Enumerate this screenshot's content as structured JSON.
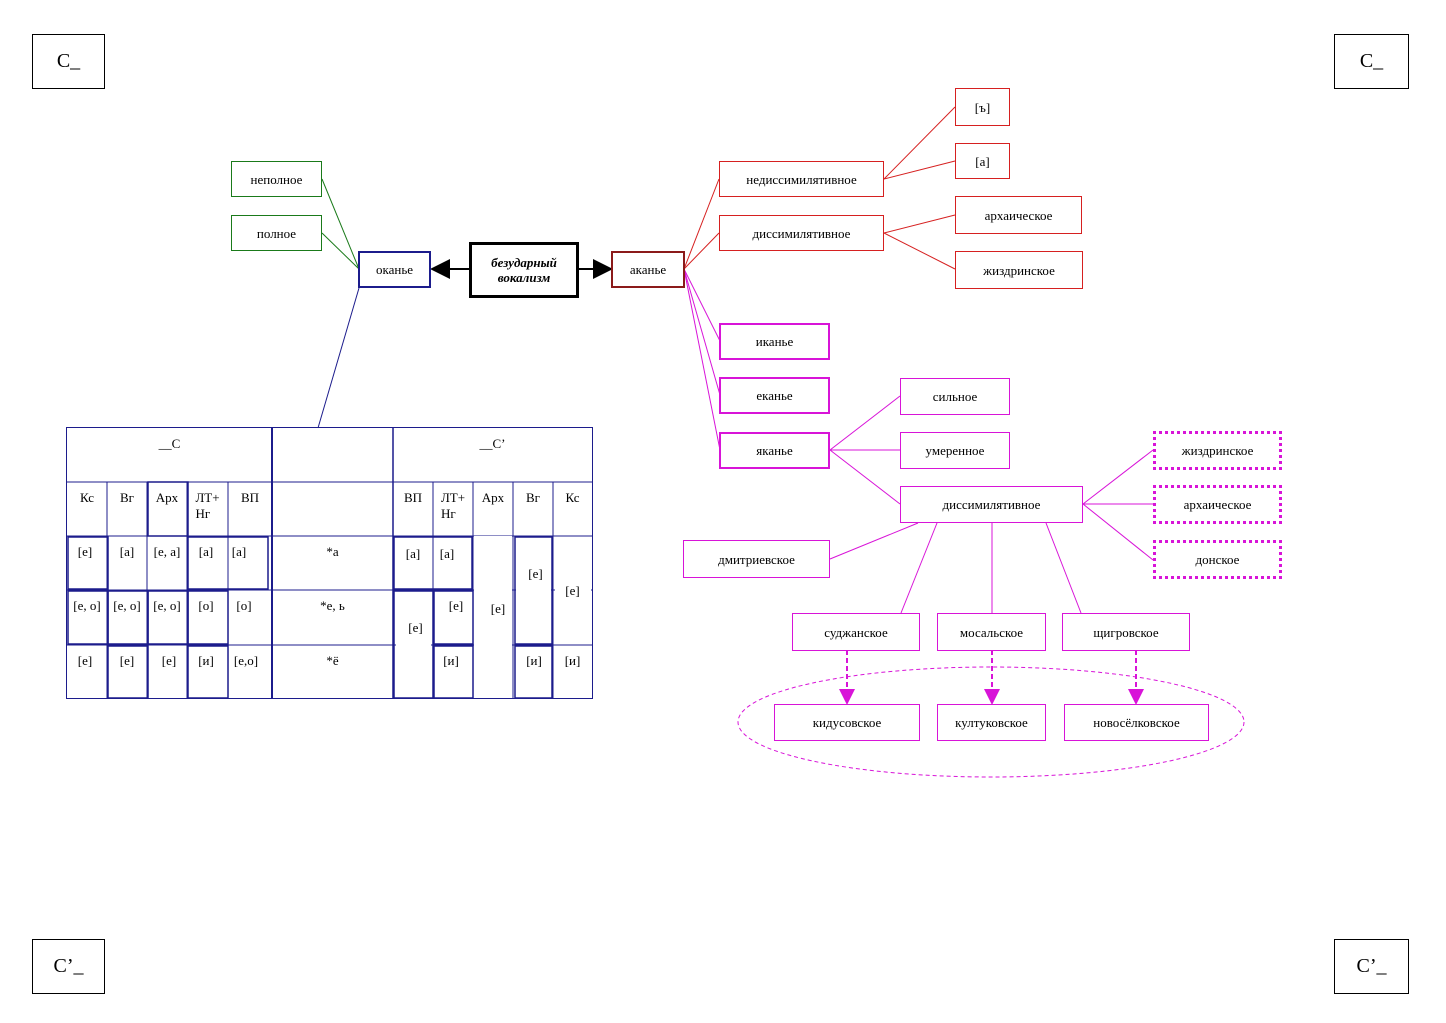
{
  "corners": {
    "top_left": "C_",
    "top_right": "C_",
    "bottom_left": "C’_",
    "bottom_right": "C’_"
  },
  "center": "безударный вокализм",
  "okanye": {
    "label": "оканье",
    "types": [
      "неполное",
      "полное"
    ]
  },
  "akanye": {
    "label": "аканье",
    "nondissim": {
      "label": "недиссимилятивное",
      "variants": [
        "[ъ]",
        "[а]"
      ]
    },
    "dissim": {
      "label": "диссимилятивное",
      "variants": [
        "архаическое",
        "жиздринское"
      ]
    },
    "ikanye": "иканье",
    "ekanye": "еканье",
    "yakanye": {
      "label": "яканье",
      "strong": "сильное",
      "moderate": "умеренное",
      "dissim": "диссимилятивное",
      "dmitriev": "дмитриевское",
      "dotted": [
        "жиздринское",
        "архаическое",
        "донское"
      ],
      "subtypes": [
        "суджанское",
        "мосальское",
        "щигровское"
      ],
      "derived": [
        "кидусовское",
        "култуковское",
        "новосёлковское"
      ]
    }
  },
  "table": {
    "left_header": "__С",
    "right_header": "__С’",
    "left_cols": [
      "Кс",
      "Вг",
      "Арх",
      "ЛТ+\nНг",
      "ВП"
    ],
    "right_cols": [
      "ВП",
      "ЛТ+\nНг",
      "Арх",
      "Вг",
      "Кс"
    ],
    "left_rows": [
      [
        "[е]",
        "[а]",
        "[е, а]",
        "[а]",
        "[а]"
      ],
      [
        "[е, о]",
        "[е, о]",
        "[е, о]",
        "[о]",
        "[о]"
      ],
      [
        "[е]",
        "[е]",
        "[е]",
        "[и]",
        "[е,о]"
      ]
    ],
    "mid_rows": [
      "*а",
      "*е, ь",
      "*ё"
    ],
    "right_cells": {
      "vp_r1": "[а]",
      "vp_r23": "[е]",
      "lt_r1": "[а]",
      "lt_r2": "[е]",
      "lt_r3": "[и]",
      "arh": "[е]",
      "vg_r12": "[е]",
      "vg_r3": "[и]",
      "ks_r12": "[е]",
      "ks_r3": "[и]"
    }
  }
}
